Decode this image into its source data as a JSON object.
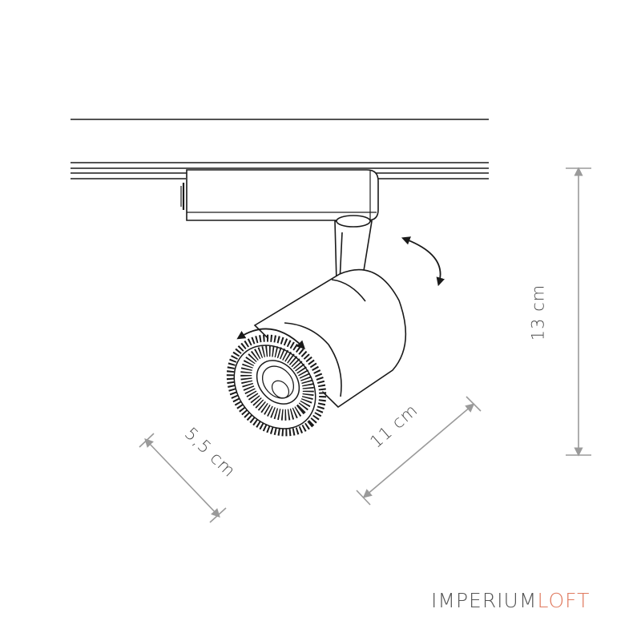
{
  "dimensions": {
    "height": "13 cm",
    "length": "11 cm",
    "diameter": "5,5 cm"
  },
  "brand": {
    "part1": "IMPERIUM",
    "part2": "LOFT"
  },
  "colors": {
    "line": "#1a1a1a",
    "dimension": "#9a9a9a",
    "brand_part1": "#555555",
    "brand_part2": "#e07a5f"
  },
  "icons": [
    "rotation-arrow-icon",
    "tilt-arrow-icon",
    "dimension-arrow-icon"
  ]
}
